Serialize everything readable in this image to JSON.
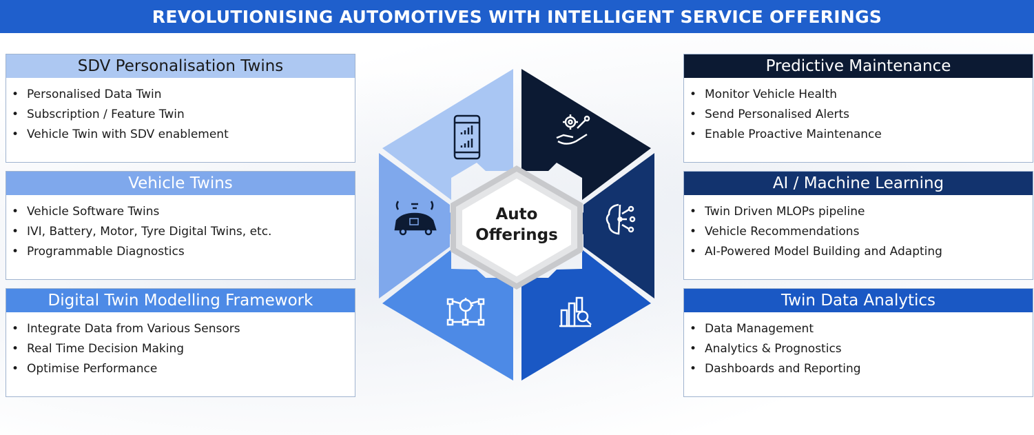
{
  "banner": {
    "title": "REVOLUTIONISING AUTOMOTIVES WITH INTELLIGENT SERVICE OFFERINGS"
  },
  "hub": {
    "line1": "Auto",
    "line2": "Offerings"
  },
  "cards": [
    {
      "title": "SDV Personalisation Twins",
      "header_color": "#adc8f2",
      "title_color": "#1a1a1a",
      "items": [
        "Personalised Data Twin",
        "Subscription / Feature Twin",
        "Vehicle Twin with SDV enablement"
      ]
    },
    {
      "title": "Vehicle Twins",
      "header_color": "#7fa8ec",
      "title_color": "#ffffff",
      "items": [
        "Vehicle Software Twins",
        "IVI, Battery, Motor, Tyre Digital Twins, etc.",
        "Programmable Diagnostics"
      ]
    },
    {
      "title": "Digital Twin Modelling Framework",
      "header_color": "#4d8ae6",
      "title_color": "#ffffff",
      "items": [
        "Integrate Data from Various Sensors",
        "Real Time Decision Making",
        "Optimise Performance"
      ]
    },
    {
      "title": "Predictive Maintenance",
      "header_color": "#0c1a33",
      "title_color": "#ffffff",
      "items": [
        "Monitor Vehicle Health",
        "Send Personalised Alerts",
        "Enable Proactive Maintenance"
      ]
    },
    {
      "title": "AI / Machine Learning",
      "header_color": "#12336e",
      "title_color": "#ffffff",
      "items": [
        "Twin Driven MLOPs pipeline",
        "Vehicle Recommendations",
        "AI-Powered Model Building and Adapting"
      ]
    },
    {
      "title": "Twin Data Analytics",
      "header_color": "#1a58c4",
      "title_color": "#ffffff",
      "items": [
        "Data Management",
        "Analytics & Prognostics",
        "Dashboards and Reporting"
      ]
    }
  ],
  "segments": [
    {
      "icon": "smartphone-chart-icon",
      "color": "#a9c6f3"
    },
    {
      "icon": "gear-wrench-hand-icon",
      "color": "#0c1a33"
    },
    {
      "icon": "ai-brain-icon",
      "color": "#12336e"
    },
    {
      "icon": "bar-chart-magnifier-icon",
      "color": "#1a58c4"
    },
    {
      "icon": "network-nodes-icon",
      "color": "#4d8ae6"
    },
    {
      "icon": "connected-car-icon",
      "color": "#7fa8ec"
    }
  ]
}
